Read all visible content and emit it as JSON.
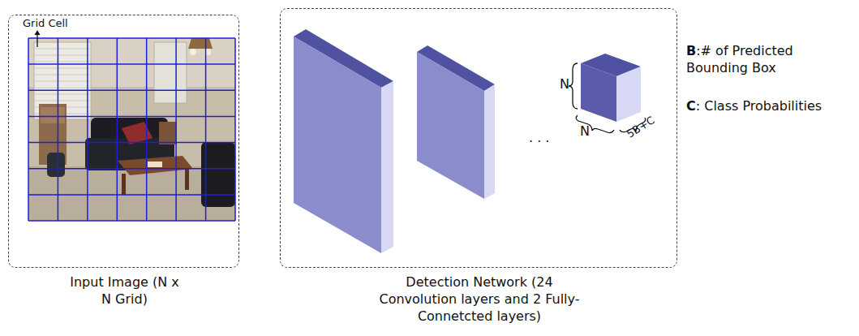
{
  "diagram": {
    "nodes": [
      {
        "text": [
          "Input Image (N x N Grid)"
        ]
      },
      {
        "text": [
          "Detection Network (24 Convolution layers and 2 Fully-Connetcted layers)"
        ]
      }
    ],
    "labels": [
      "Grid Cell",
      "N",
      "N",
      "5B+C",
      ". . .",
      "B",
      ":# of Predicted Bounding Box",
      "C",
      ": Class Probabilities"
    ]
  }
}
